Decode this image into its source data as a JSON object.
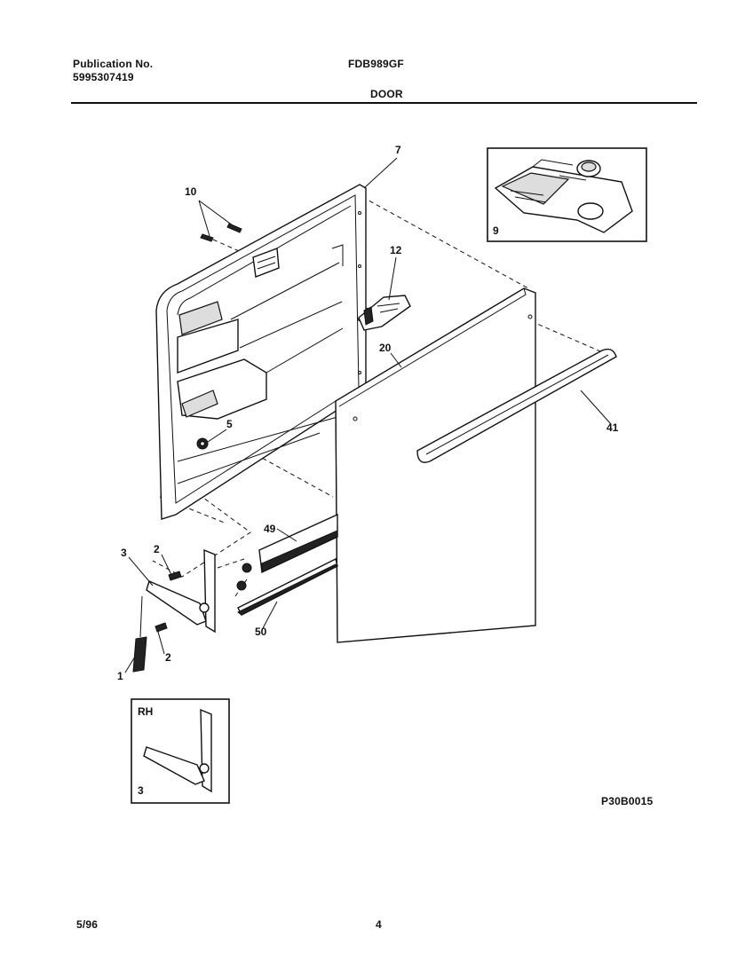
{
  "header": {
    "publication_label": "Publication No.",
    "publication_number": "5995307419",
    "model": "FDB989GF",
    "section": "DOOR"
  },
  "footer": {
    "date": "5/96",
    "page": "4",
    "drawing_code": "P30B0015"
  },
  "callouts": {
    "handle": "41",
    "outer_panel": "20",
    "inner_door": "7",
    "dispenser": "9",
    "screws_top": "10",
    "latch": "12",
    "bumper": "5",
    "trim_strip": "49",
    "bottom_strip": "50",
    "hinge": "3",
    "screw_a": "2",
    "screw_b": "2",
    "spring": "1"
  },
  "inset_rh": {
    "label": "RH",
    "part": "3"
  }
}
